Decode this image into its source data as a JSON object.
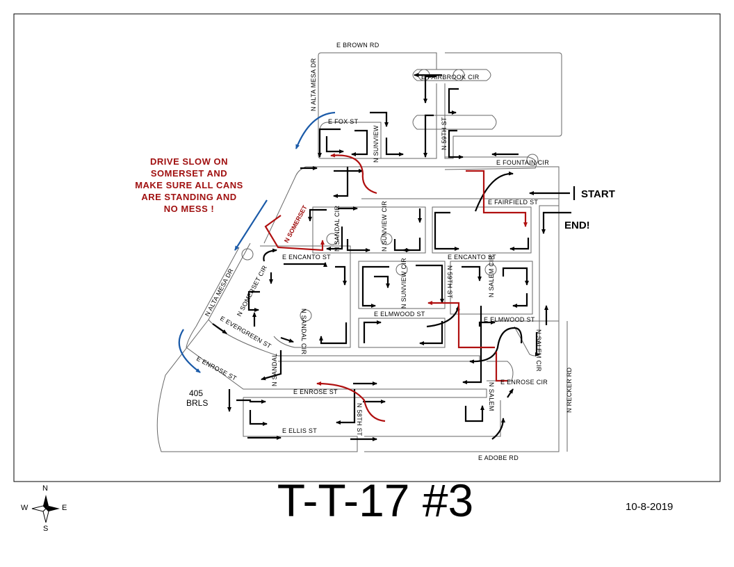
{
  "title": "T-T-17 #3",
  "date": "10-8-2019",
  "compass": {
    "n": "N",
    "s": "S",
    "e": "E",
    "w": "W"
  },
  "labels": {
    "start": "START",
    "end": "END!",
    "brls_count": "405",
    "brls_unit": "BRLS",
    "somerset_tag": "N SOMERSET"
  },
  "note": [
    "DRIVE SLOW ON",
    "SOMERSET AND",
    "MAKE SURE ALL CANS",
    "ARE STANDING AND",
    "NO MESS !"
  ],
  "streets": {
    "e_brown_rd": "E BROWN RD",
    "e_fairbrook_cir": "E FAIRBROOK CIR",
    "n_alta_mesa_dr_top": "N ALTA MESA DR",
    "e_fox_st": "E FOX ST",
    "n_sunview_top": "N SUNVIEW",
    "n_59th_st_top": "N 59TH ST",
    "e_fountain_cir": "E FOUNTAIN CIR",
    "e_fairfield_st": "E FAIRFIELD ST",
    "n_sandal_cir_1": "N SANDAL CIR",
    "n_sunview_cir_1": "N SUNVIEW CIR",
    "e_encanto_st_w": "E ENCANTO ST",
    "e_encanto_st_e": "E ENCANTO ST",
    "n_salem_cir_1": "N SALEM CIR",
    "n_somerset_cir": "N SOMERSET CIR",
    "n_alta_mesa_dr_low": "N ALTA MESA DR",
    "n_sunview_cir_2": "N SUNVIEW CIR",
    "n_59th_st_mid": "N 59TH ST",
    "e_elmwood_st_w": "E ELMWOOD ST",
    "e_elmwood_st_e": "E ELMWOOD ST",
    "e_evergreen_st": "E EVERGREEN ST",
    "n_sandal_cir_2": "N SANDAL CIR",
    "n_salem_cir_2": "N SALEM CIR",
    "e_enrose_st_w": "E ENROSE ST",
    "n_sandal_lower": "N SANDAL",
    "e_enrose_st_mid": "E ENROSE ST",
    "n_salem": "N SALEM",
    "e_enrose_cir": "E ENROSE CIR",
    "n_recker_rd": "N RECKER RD",
    "e_ellis_st": "E ELLIS ST",
    "n_58th_st": "N 58TH ST",
    "e_adobe_rd": "E ADOBE RD"
  },
  "colors": {
    "route": "#000000",
    "route_caution": "#b01010",
    "route_turnaround": "#1a5aa8",
    "road_outline": "#666666"
  }
}
